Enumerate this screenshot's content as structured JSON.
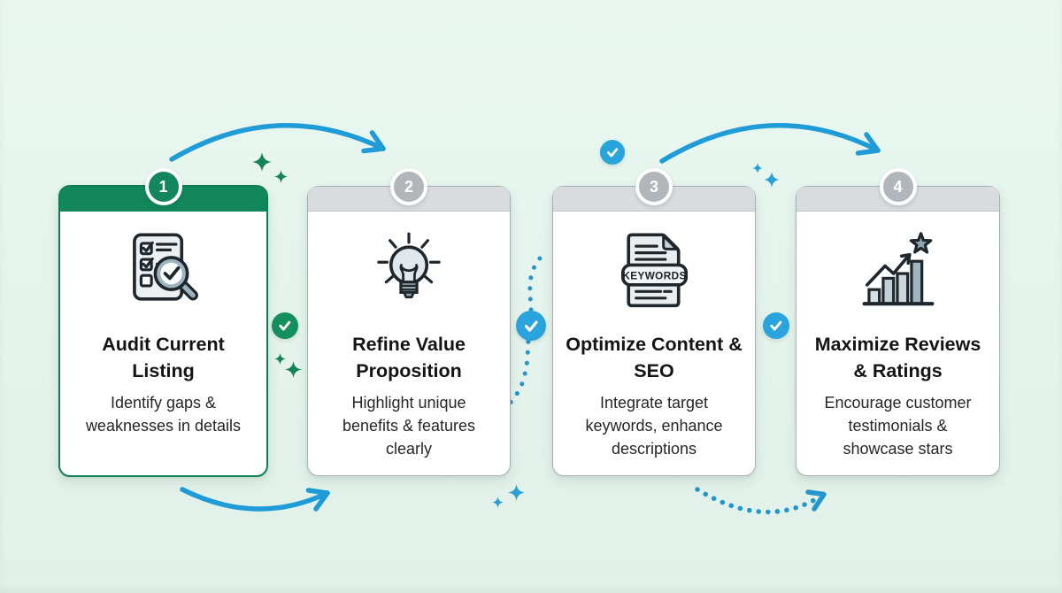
{
  "palette": {
    "background": "#e4f4ec",
    "accent_green": "#12865c",
    "check_green": "#168f5e",
    "arrow_blue": "#1f9bd7",
    "dot_blue": "#2496cc",
    "check_blue": "#2aa4dc",
    "badge_gray": "#b1b6bb",
    "header_gray": "#d8dcdf",
    "card_border_gray": "#a9aeb4",
    "title_text": "#141414",
    "body_text": "#262626"
  },
  "steps": [
    {
      "number": "1",
      "title": "Audit Current Listing",
      "description": "Identify gaps & weaknesses in details",
      "icon": "checklist-magnifier-icon"
    },
    {
      "number": "2",
      "title": "Refine Value Proposition",
      "description": "Highlight unique benefits & features clearly",
      "icon": "lightbulb-icon"
    },
    {
      "number": "3",
      "title": "Optimize Content & SEO",
      "description": "Integrate target keywords, enhance descriptions",
      "icon": "keywords-document-icon",
      "icon_label": "KEYWORDS"
    },
    {
      "number": "4",
      "title": "Maximize Reviews & Ratings",
      "description": "Encourage customer testimonials & showcase stars",
      "icon": "growth-chart-star-icon"
    }
  ]
}
